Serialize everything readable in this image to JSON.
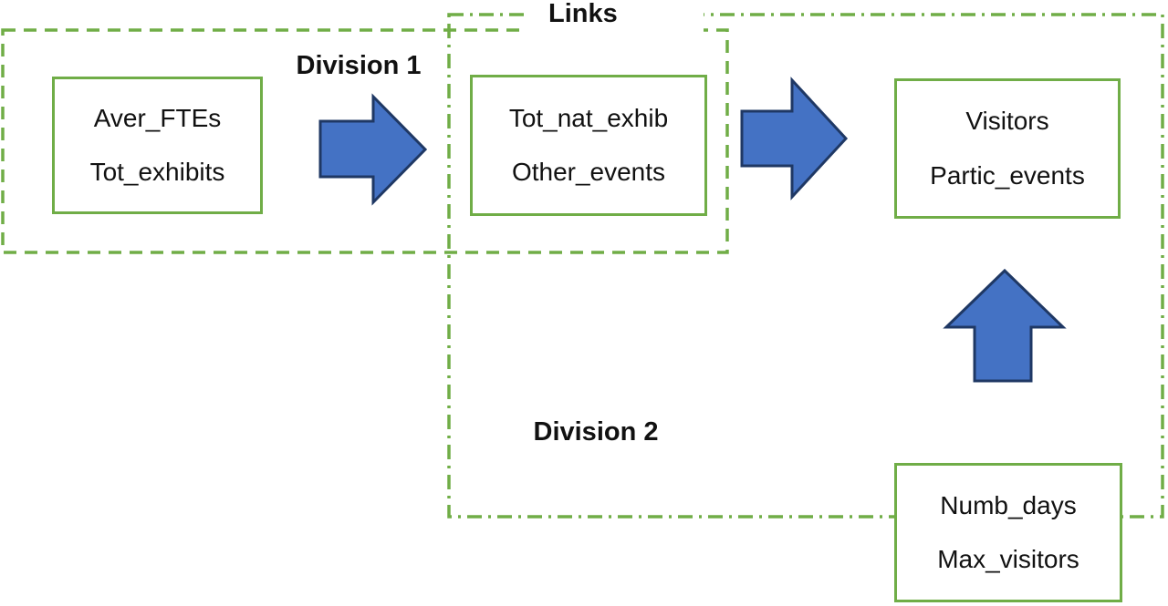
{
  "figure": {
    "type": "network-diagram",
    "regions": {
      "division1": {
        "label": "Division 1",
        "border_style": "dashed"
      },
      "division2": {
        "label": "Division 2",
        "border_style": "dash-dot"
      },
      "links": {
        "label": "Links"
      }
    },
    "boxes": {
      "division1_inputs": {
        "line1": "Aver_FTEs",
        "line2": "Tot_exhibits"
      },
      "links_box": {
        "line1": "Tot_nat_exhib",
        "line2": "Other_events"
      },
      "outputs": {
        "line1": "Visitors",
        "line2": "Partic_events"
      },
      "division2_inputs": {
        "line1": "Numb_days",
        "line2": "Max_visitors"
      }
    },
    "arrows": {
      "arrow1": "division1-inputs-to-links",
      "arrow2": "links-to-outputs",
      "arrow3": "division2-inputs-to-outputs"
    },
    "colors": {
      "region_green": "#70AD47",
      "arrow_fill": "#4472C4",
      "arrow_outline": "#1F3864",
      "text": "#111111",
      "background": "#ffffff"
    }
  }
}
